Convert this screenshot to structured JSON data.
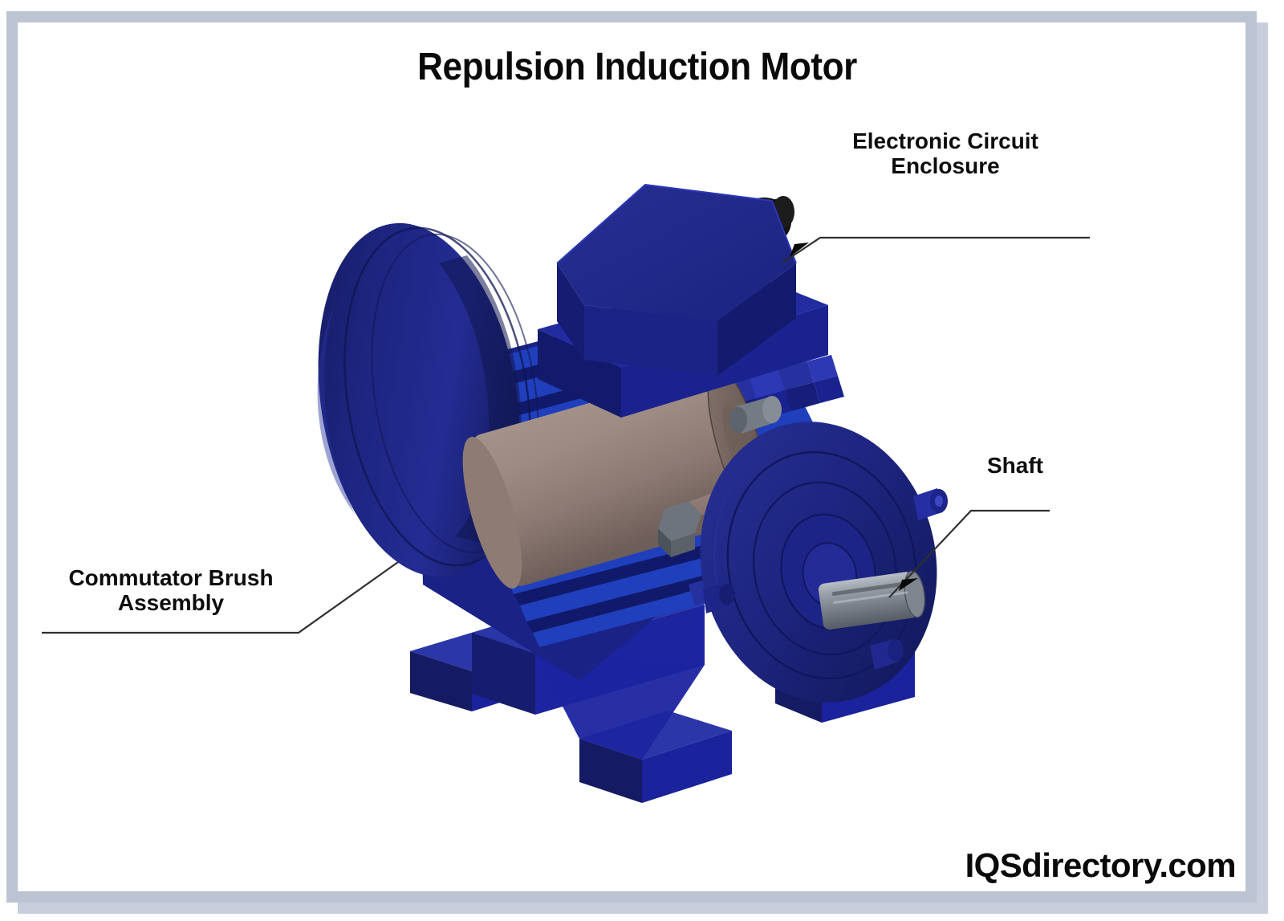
{
  "page": {
    "title": "Repulsion Induction Motor",
    "watermark": "IQSdirectory.com",
    "background_color": "#ffffff",
    "frame_color": "#bcc4d4"
  },
  "diagram": {
    "subject": "repulsion induction motor",
    "view": "isometric 3D CAD render",
    "body_color": "#1e2585",
    "body_highlight_color": "#1b3cb5",
    "body_shadow_color": "#141a55",
    "commutator_color": "#9b8982",
    "metal_color": "#7b8089",
    "connector_color": "#141414",
    "leader_line_color": "#3a3a3a"
  },
  "labels": [
    {
      "id": "enclosure",
      "text": "Electronic Circuit\nEnclosure",
      "points_to": "junction box on top of motor housing"
    },
    {
      "id": "commutator",
      "text": "Commutator Brush\nAssembly",
      "points_to": "tan cylindrical commutator drum on motor frame"
    },
    {
      "id": "shaft",
      "text": "Shaft",
      "points_to": "output shaft protruding from front end bell"
    }
  ],
  "parts": [
    {
      "name": "fan-cover",
      "description": "domed rear fan cowl"
    },
    {
      "name": "cooling-fins",
      "description": "stack of horizontal cooling fins on stator frame"
    },
    {
      "name": "commutator-drum",
      "description": "tan commutator brush assembly cylinder"
    },
    {
      "name": "junction-box",
      "description": "electronic circuit enclosure / terminal box"
    },
    {
      "name": "cable-gland",
      "description": "black cable entry connector"
    },
    {
      "name": "clamp-bar",
      "description": "tan clamp bar with hex bolts"
    },
    {
      "name": "front-end-bell",
      "description": "front bearing housing with concentric rings"
    },
    {
      "name": "output-shaft",
      "description": "grey keyed output shaft"
    },
    {
      "name": "mounting-base",
      "description": "foot mounting base with two pads"
    }
  ]
}
